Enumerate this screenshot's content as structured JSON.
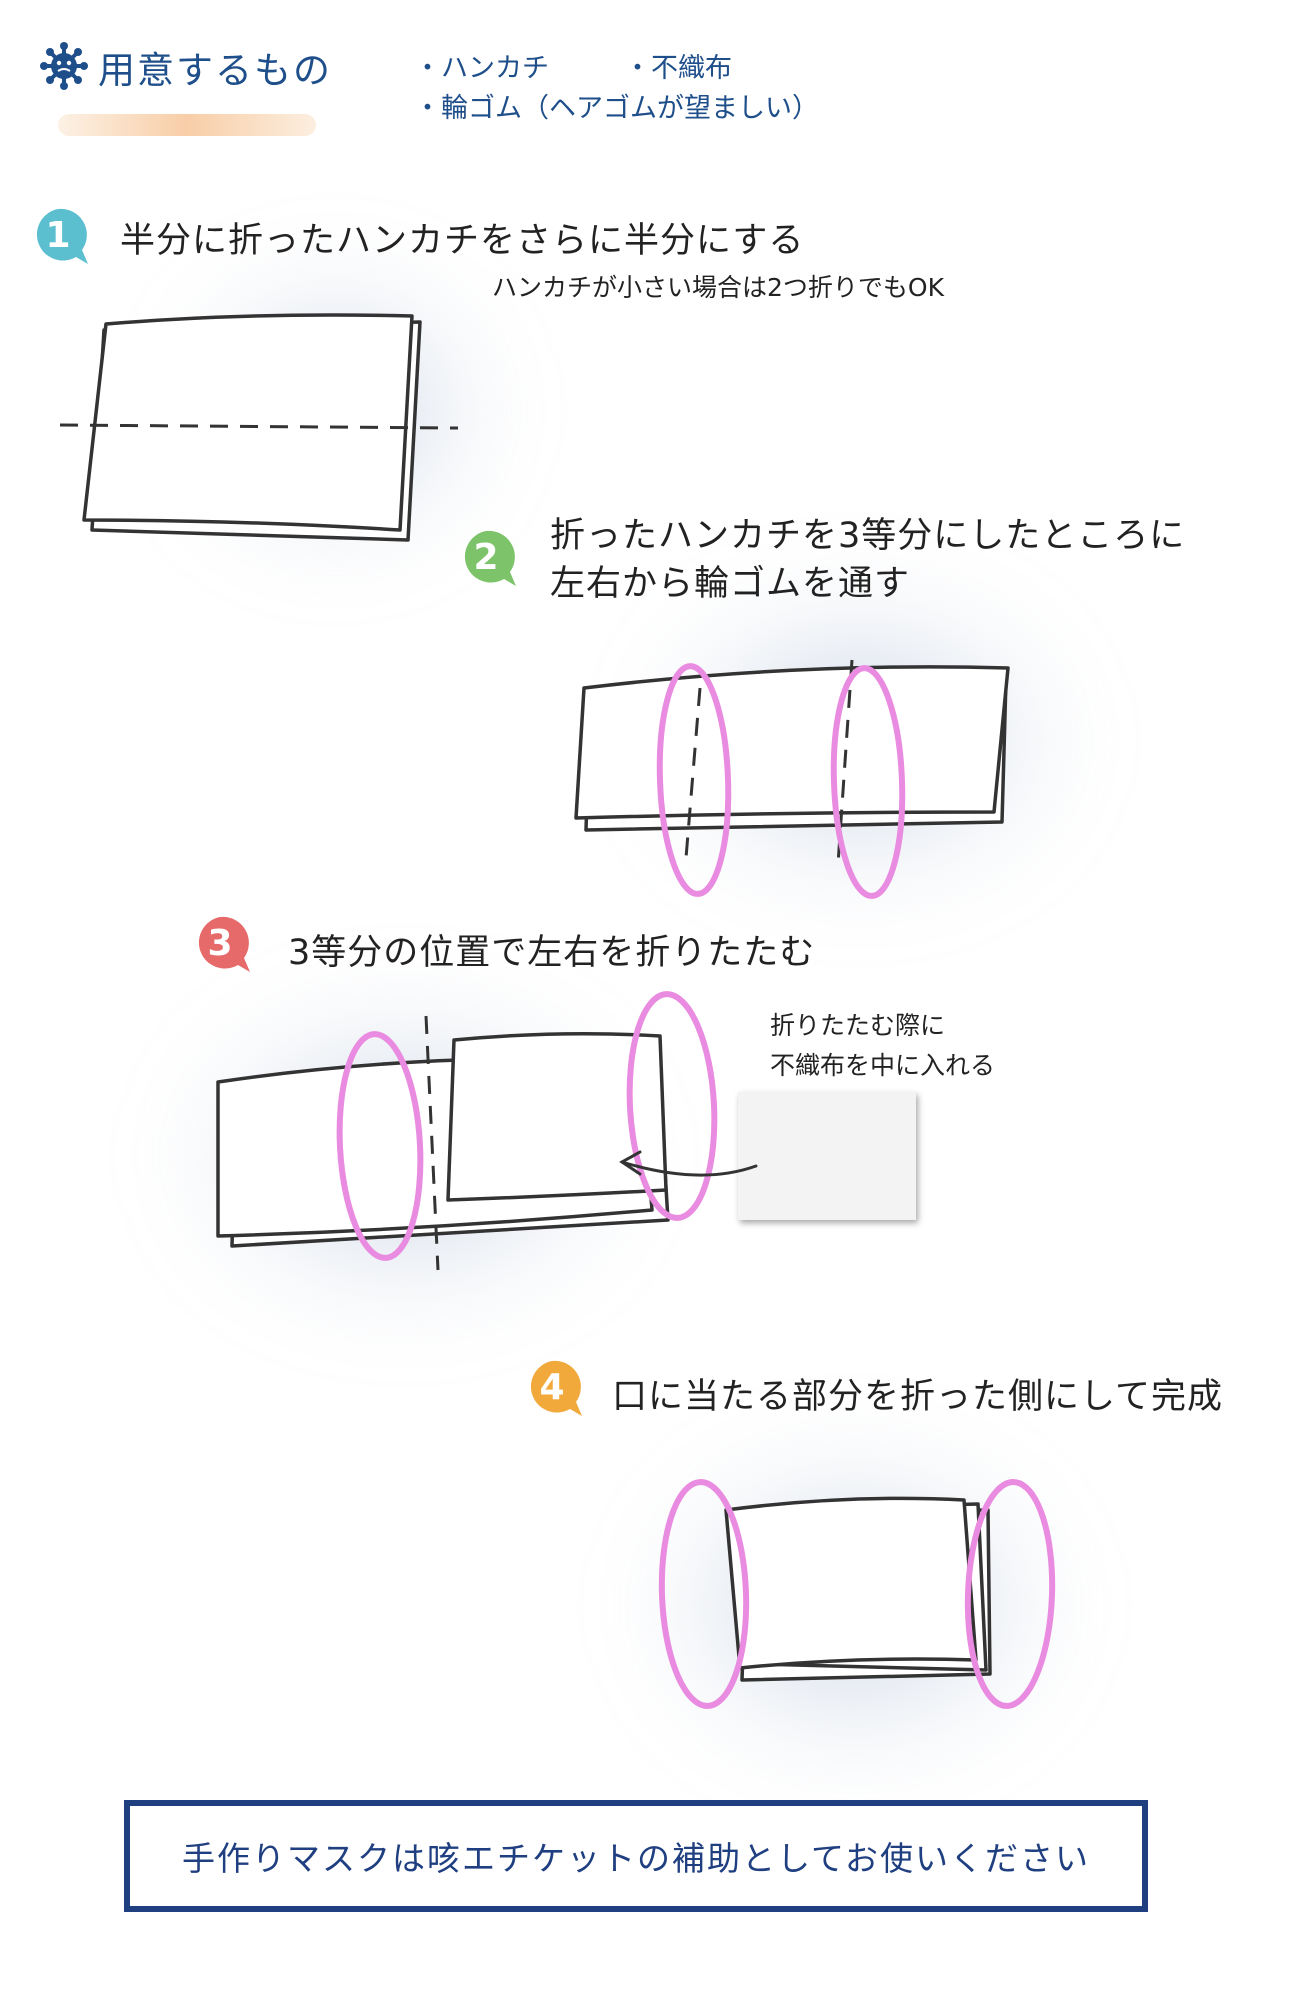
{
  "header": {
    "title": "用意するもの",
    "supplies": [
      "・ハンカチ",
      "・不織布",
      "・輪ゴム（ヘアゴムが望ましい）"
    ]
  },
  "steps": [
    {
      "number": "1",
      "color": "#5bbfcf",
      "text": "半分に折ったハンカチをさらに半分にする",
      "note": "ハンカチが小さい場合は2つ折りでもOK"
    },
    {
      "number": "2",
      "color": "#7cc36a",
      "lines": [
        "折ったハンカチを3等分にしたところに",
        "左右から輪ゴムを通す"
      ]
    },
    {
      "number": "3",
      "color": "#e66a6a",
      "text": "3等分の位置で左右を折りたたむ",
      "note_lines": [
        "折りたたむ際に",
        "不織布を中に入れる"
      ]
    },
    {
      "number": "4",
      "color": "#f0a93a",
      "text": "口に当たる部分を折った側にして完成"
    }
  ],
  "footer": {
    "text": "手作りマスクは咳エチケットの補助としてお使いください"
  },
  "colors": {
    "navy": "#1f3f80",
    "rubber_band": "#e98be0",
    "outline": "#333333"
  },
  "icons": {
    "header": "virus-icon",
    "arrow": "curved-arrow-icon"
  }
}
